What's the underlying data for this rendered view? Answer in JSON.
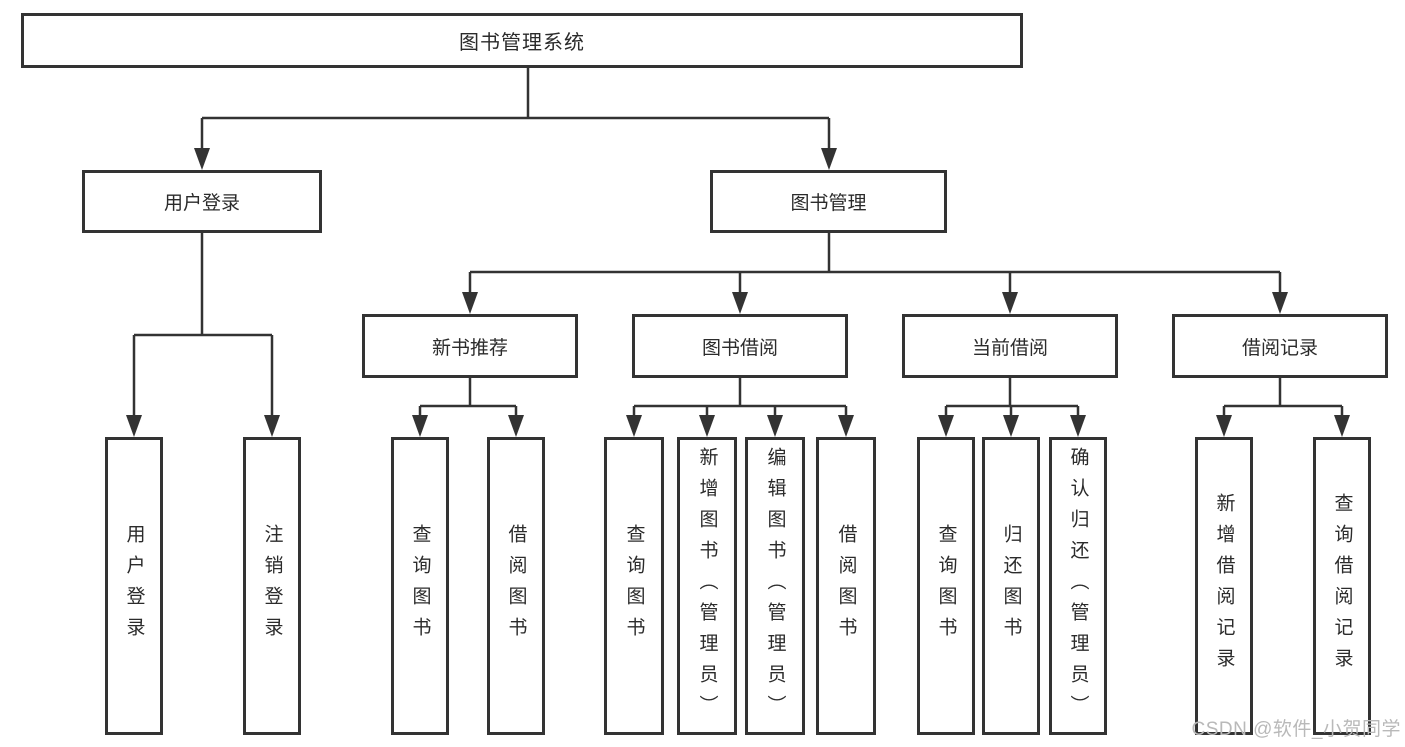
{
  "tree": {
    "root": {
      "label": "图书管理系统"
    },
    "branches": [
      {
        "label": "用户登录",
        "children": [
          {
            "label": "用户登录"
          },
          {
            "label": "注销登录"
          }
        ]
      },
      {
        "label": "图书管理",
        "children": [
          {
            "label": "新书推荐",
            "children": [
              {
                "label": "查询图书"
              },
              {
                "label": "借阅图书"
              }
            ]
          },
          {
            "label": "图书借阅",
            "children": [
              {
                "label": "查询图书"
              },
              {
                "label": "新增图书（管理员）"
              },
              {
                "label": "编辑图书（管理员）"
              },
              {
                "label": "借阅图书"
              }
            ]
          },
          {
            "label": "当前借阅",
            "children": [
              {
                "label": "查询图书"
              },
              {
                "label": "归还图书"
              },
              {
                "label": "确认归还（管理员）"
              }
            ]
          },
          {
            "label": "借阅记录",
            "children": [
              {
                "label": "新增借阅记录"
              },
              {
                "label": "查询借阅记录"
              }
            ]
          }
        ]
      }
    ]
  },
  "watermark": {
    "text": "CSDN @软件_小贺同学"
  },
  "colors": {
    "line": "#333333",
    "box_fill": "#ffffff",
    "text": "#2b2b2b",
    "watermark": "#b9b9b9"
  }
}
